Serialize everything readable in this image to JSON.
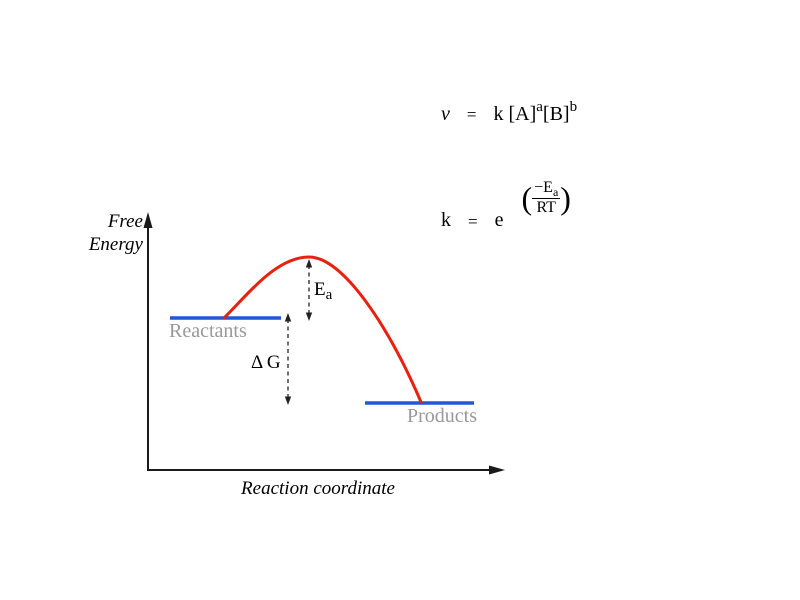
{
  "equations": {
    "rate_law": {
      "lhs": "v",
      "equals": "=",
      "rhs_first": "k [A]",
      "sup_a": "a",
      "rhs_second": "[B]",
      "sup_b": "b"
    },
    "arrhenius": {
      "lhs": "k",
      "equals": "=",
      "base": "e",
      "open_paren": "(",
      "numerator_main": "−E",
      "numerator_sub": "a",
      "denominator": "RT",
      "close_paren": ")"
    }
  },
  "diagram": {
    "y_axis_label_line1": "Free",
    "y_axis_label_line2": "Energy",
    "x_axis_label": "Reaction coordinate",
    "reactant_level_label": "Reactants",
    "product_level_label": "Products",
    "activation_energy_label": {
      "main": "E",
      "sub": "a"
    },
    "delta_g_label": "Δ G"
  },
  "colors": {
    "curve": "#e8200e",
    "level_line": "#2157d8",
    "level_label_gray": "#999999",
    "axis": "#1a1a1a",
    "annotation_dash": "#222222"
  }
}
